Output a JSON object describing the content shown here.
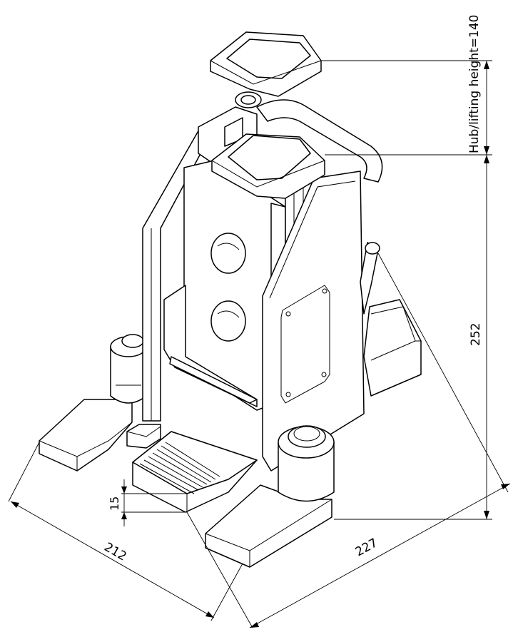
{
  "dimensions": {
    "hub_label": "Hub/lifting height=140",
    "height": "252",
    "width_left": "212",
    "width_right": "227",
    "toe_height": "15"
  },
  "colors": {
    "line": "#000000",
    "background": "#ffffff"
  }
}
